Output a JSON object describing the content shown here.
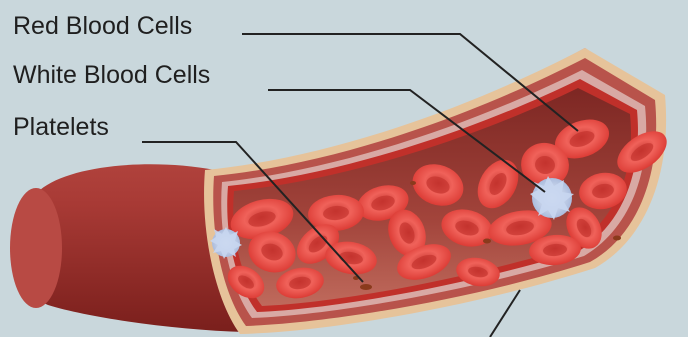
{
  "diagram": {
    "labels": {
      "red_blood_cells": "Red Blood Cells",
      "white_blood_cells": "White Blood Cells",
      "platelets": "Platelets"
    }
  },
  "colors": {
    "background": "#c9d7dc",
    "vessel_outer": "#b94a45",
    "vessel_inner": "#8e2a26",
    "vessel_wall_edge": "#e8c8a0",
    "red_cell": "#e8423c",
    "white_cell": "#b8c8e8",
    "platelet": "#8a3a1c",
    "leader_line": "#222222"
  }
}
